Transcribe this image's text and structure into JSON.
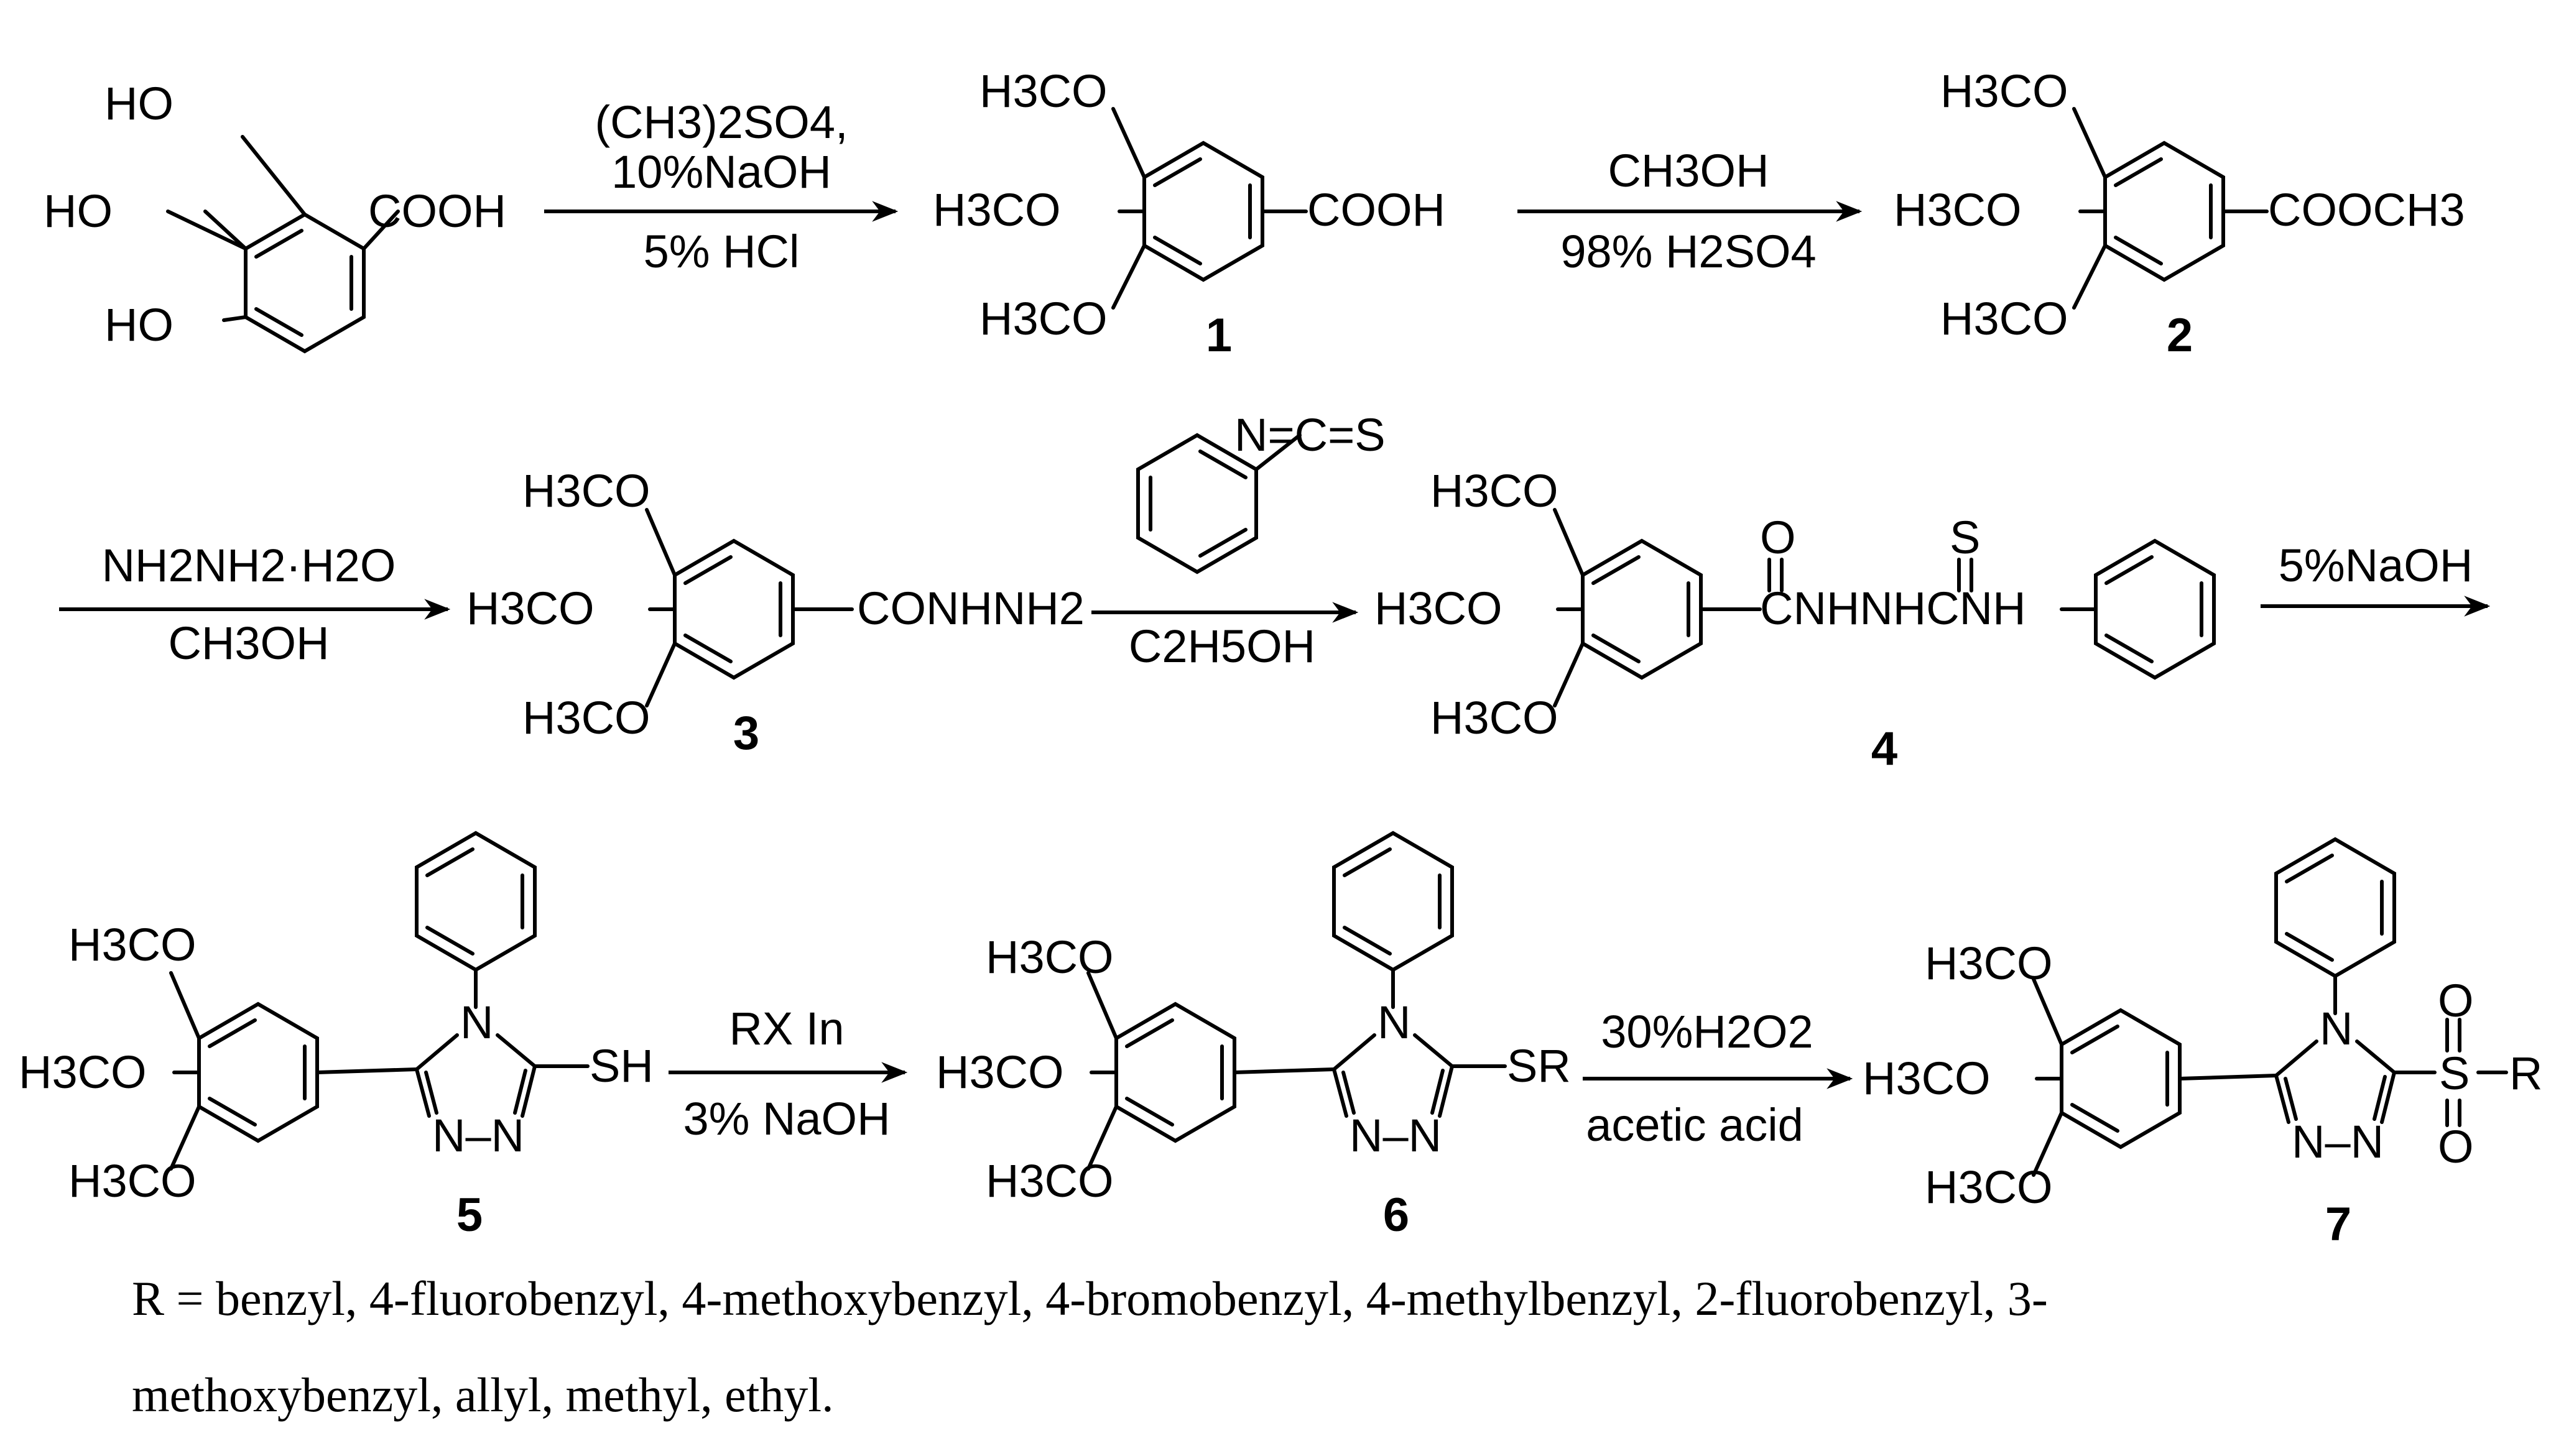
{
  "compounds": {
    "c1": "1",
    "c2": "2",
    "c3": "3",
    "c4": "4",
    "c5": "5",
    "c6": "6",
    "c7": "7"
  },
  "groups": {
    "ho": "HO",
    "cooh": "COOH",
    "h3co": "H3CO",
    "coome": "COOCH3",
    "conhnh2": "CONHNH2",
    "ncs": "N=C=S",
    "thio_o": "O",
    "thio_s": "S",
    "thiosemicarbazide": "CNHNHCNH",
    "n": "N",
    "n_bond_n": "N–N",
    "sh": "SH",
    "sr": "SR",
    "sulfone_s": "S",
    "sulfone_o": "O",
    "sulfone_r": "R"
  },
  "reagents": {
    "step1_top1": "(CH3)2SO4,",
    "step1_top2": "10%NaOH",
    "step1_bottom": "5% HCl",
    "step2_top": "CH3OH",
    "step2_bottom": "98% H2SO4",
    "step3_top": "NH2NH2·H2O",
    "step3_bottom": "CH3OH",
    "step4_bottom": "C2H5OH",
    "step5_top": "5%NaOH",
    "step6_top": "RX In",
    "step6_bottom": "3% NaOH",
    "step7_top": "30%H2O2",
    "step7_bottom": "acetic acid"
  },
  "footnote": {
    "line1": "R = benzyl, 4-fluorobenzyl, 4-methoxybenzyl, 4-bromobenzyl, 4-methylbenzyl, 2-fluorobenzyl, 3-",
    "line2": "methoxybenzyl, allyl, methyl, ethyl."
  }
}
